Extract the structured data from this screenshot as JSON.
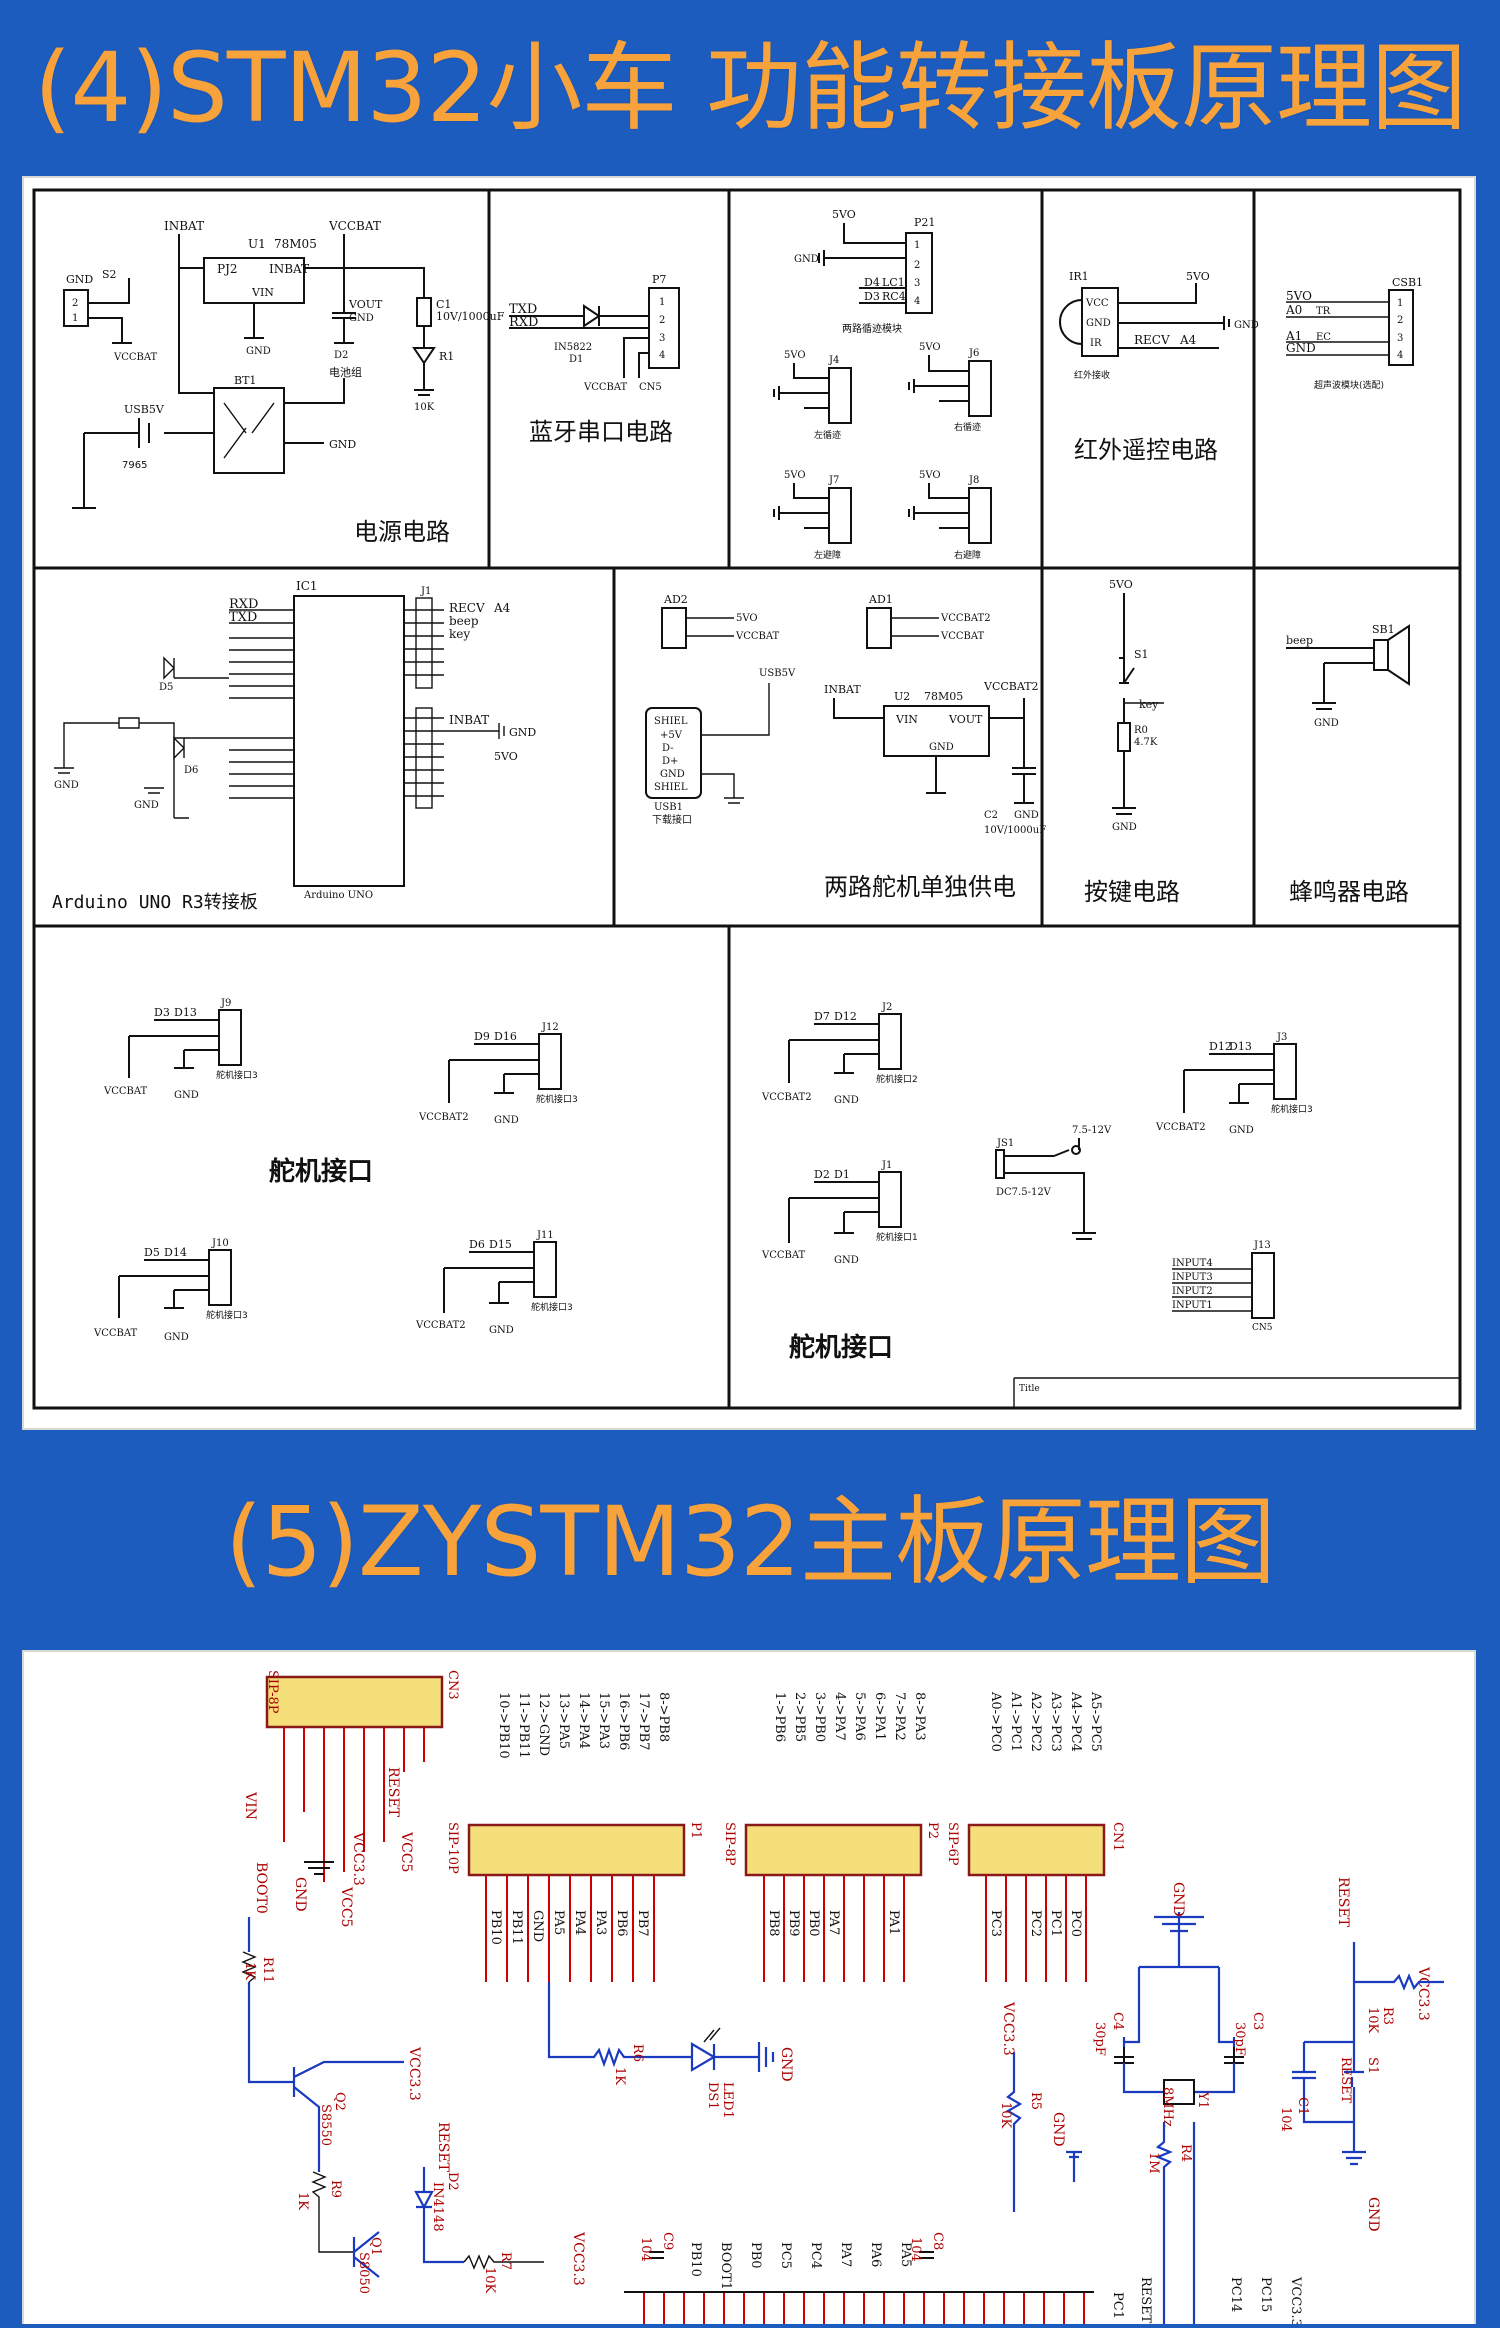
{
  "section4": {
    "title": "(4)STM32小车 功能转接板原理图",
    "panels": {
      "power": {
        "label": "电源电路",
        "refs": [
          "INBAT",
          "U1",
          "78M05",
          "VCCBAT",
          "PJ2",
          "INBAT",
          "VIN",
          "VOUT",
          "GND",
          "C1",
          "10V/1000uF",
          "R1",
          "10K",
          "D2",
          "GND",
          "GND",
          "GND",
          "S2",
          "VCCBAT",
          "BT1",
          "电池组",
          "USB5V",
          "7965",
          "GND"
        ]
      },
      "bluetooth": {
        "label": "蓝牙串口电路",
        "refs": [
          "TXD",
          "RXD",
          "P7",
          "IN5822",
          "D1",
          "VCCBAT",
          "CN5"
        ]
      },
      "tracking": {
        "refs": [
          "5VO",
          "P21",
          "GND",
          "D4",
          "LC1",
          "D3",
          "RC4",
          "两路循迹模块",
          "5VO",
          "J4",
          "左循迹",
          "5VO",
          "J6",
          "右循迹",
          "5VO",
          "J7",
          "左避障",
          "5VO",
          "J8",
          "右避障"
        ]
      },
      "infrared": {
        "label": "红外遥控电路",
        "refs": [
          "IR1",
          "5VO",
          "VCC",
          "GND",
          "IR",
          "RECV",
          "A4",
          "GND",
          "红外接收"
        ]
      },
      "ultrasonic": {
        "refs": [
          "CSB1",
          "5VO",
          "A0",
          "TR",
          "A1",
          "EC",
          "GND",
          "超声波模块(选配)"
        ]
      },
      "arduino": {
        "label": "Arduino UNO R3转接板",
        "refs": [
          "IC1",
          "RXD",
          "TXD",
          "J1",
          "RECV",
          "A4",
          "beep",
          "key",
          "INBAT",
          "GND",
          "5VO",
          "Arduino UNO",
          "D5",
          "D6",
          "GND",
          "GND"
        ]
      },
      "servo_power": {
        "label": "两路舵机单独供电",
        "refs": [
          "AD2",
          "5VO",
          "VCCBAT",
          "AD1",
          "VCCBAT2",
          "VCCBAT",
          "USB5V",
          "SHIEL",
          "+5V",
          "D-",
          "D+",
          "GND",
          "SHIEL",
          "USB1",
          "下载接口",
          "INBAT",
          "U2",
          "78M05",
          "VCCBAT2",
          "VIN",
          "VOUT",
          "GND",
          "C2",
          "GND",
          "10V/1000uF"
        ]
      },
      "button": {
        "label": "按键电路",
        "refs": [
          "5VO",
          "S1",
          "key",
          "R0",
          "4.7K",
          "GND"
        ]
      },
      "buzzer": {
        "label": "蜂鸣器电路",
        "refs": [
          "beep",
          "SB1",
          "GND"
        ]
      },
      "servo_left": {
        "label": "舵机接口",
        "refs": [
          "D3",
          "D13",
          "J9",
          "VCCBAT",
          "GND",
          "舵机接口3",
          "D9",
          "D16",
          "J12",
          "VCCBAT2",
          "GND",
          "舵机接口3",
          "D5",
          "D14",
          "J10",
          "VCCBAT",
          "GND",
          "舵机接口3",
          "D6",
          "D15",
          "J11",
          "VCCBAT2",
          "GND",
          "舵机接口3"
        ]
      },
      "servo_right": {
        "label": "舵机接口",
        "refs": [
          "D7",
          "D12",
          "J2",
          "VCCBAT2",
          "GND",
          "舵机接口2",
          "D12",
          "D13",
          "J3",
          "VCCBAT2",
          "GND",
          "舵机接口3",
          "D2",
          "D1",
          "J1",
          "VCCBAT",
          "GND",
          "舵机接口1",
          "JS1",
          "7.5-12V",
          "DC7.5-12V",
          "INPUT4",
          "INPUT3",
          "INPUT2",
          "INPUT1",
          "J13",
          "CN5",
          "Title"
        ]
      }
    }
  },
  "section5": {
    "title": "(5)ZYSTM32主板原理图",
    "refs": [
      "SIP-8P",
      "CN3",
      "RESET",
      "VIN",
      "GND",
      "VCC3.3",
      "VCC5",
      "VCC5",
      "BOOT0",
      "R11",
      "1K",
      "Q2",
      "S8550",
      "VCC3.3",
      "R9",
      "1K",
      "Q1",
      "S8050",
      "RESET",
      "D2",
      "IN4148",
      "R7",
      "10K",
      "VCC3.3",
      "SIP-10P",
      "P1",
      "PB10",
      "PB11",
      "GND",
      "PA5",
      "PA4",
      "PA3",
      "PB6",
      "PB7",
      "SIP-8P",
      "P2",
      "PB8",
      "PB9",
      "PB0",
      "PA7",
      "PA1",
      "SIP-6P",
      "CN1",
      "PC3",
      "PC2",
      "PC1",
      "PC0",
      "R6",
      "1K",
      "LED1",
      "DS1",
      "GND",
      "VCC3.3",
      "R5",
      "10K",
      "GND",
      "C4",
      "30pF",
      "C3",
      "30pF",
      "Y1",
      "8MHz",
      "R4",
      "1M",
      "GND",
      "RESET",
      "VCC3.3",
      "R3",
      "10K",
      "C1",
      "104",
      "S1",
      "RESET",
      "GND",
      "C9",
      "104",
      "C8",
      "104",
      "PB10",
      "BOOT1",
      "PB0",
      "PC5",
      "PC4",
      "PA7",
      "PA6",
      "PA5",
      "PC1",
      "RESET",
      "PC14",
      "PC15",
      "VCC3.3"
    ],
    "pin_headers": {
      "cn3_top": [
        "10->PB10",
        "11->PB11",
        "12->GND",
        "13->PA5",
        "14->PA4",
        "15->PA3",
        "16->PB6",
        "17->PB7",
        "8->PB8"
      ],
      "p2_top": [
        "1->PB6",
        "2->PB5",
        "3->PB0",
        "4->PA7",
        "5->PA6",
        "6->PA1",
        "7->PA2",
        "8->PA3"
      ],
      "cn1_top": [
        "A0->PC0",
        "A1->PC1",
        "A2->PC2",
        "A3->PC3",
        "A4->PC4",
        "A5->PC5"
      ]
    }
  }
}
